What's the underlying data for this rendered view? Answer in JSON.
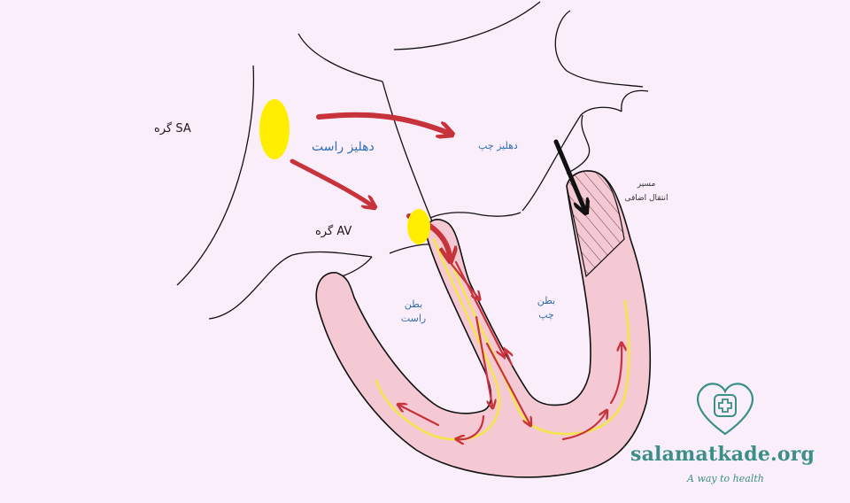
{
  "labels": {
    "sa_node": "گره SA",
    "right_atrium": "دهلیز راست",
    "left_atrium": "دهلیز چپ",
    "av_node": "گره AV",
    "accessory_pathway_1": "مسیر",
    "accessory_pathway_2": "انتقال اضافی",
    "right_ventricle_1": "بطن",
    "right_ventricle_2": "راست",
    "left_ventricle_1": "بطن",
    "left_ventricle_2": "چپ"
  },
  "logo": {
    "site": "salamatkade.org",
    "tagline": "A way to health"
  },
  "colors": {
    "background": "#fbeefb",
    "ventricle_fill": "#f5c9d3",
    "node_yellow": "#ffee00",
    "arrow_red": "#c8323a",
    "conduction_yellow": "#f4e64a",
    "label_blue": "#2f6fb4",
    "logo_teal": "#3a8f86"
  }
}
